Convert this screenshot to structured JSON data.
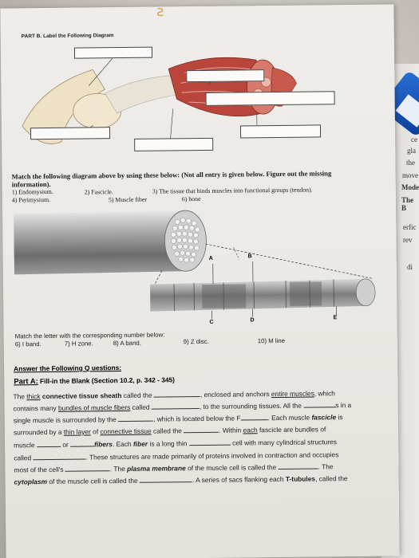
{
  "part_b_title": "PART B. Label the Following Diagram",
  "match_diagram_prompt": "Match the following diagram above by using these below: (Not all entry is given below. Figure out the missing information).",
  "terms": {
    "t1": "1) Endomysium.",
    "t2": "2) Fascicle.",
    "t3": "3) The tissue that binds muscles into functional groups (tendon).",
    "t4": "4) Perimysium.",
    "t5": "5) Muscle fiber",
    "t6": "6) bone"
  },
  "letters": {
    "a": "A",
    "b": "B",
    "c": "C",
    "d": "D",
    "e": "E"
  },
  "match_letter_prompt": "Match the letter with the corresponding number below:",
  "number_options": {
    "n6": "6) I band.",
    "n7": "7) H zone.",
    "n8": "8) A band.",
    "n9": "9) Z disc.",
    "n10": "10) M line"
  },
  "answer_heading": "Answer the Following Q uestions:",
  "part_a": {
    "label": "Part A:",
    "rest": " Fill-in the Blank (Section 10.2, p. 342 - 345)"
  },
  "paragraph": {
    "l1a": "The ",
    "l1b": "thick",
    "l1c": "connective tissue sheath",
    "l1d": " called the ",
    "l1e": ", enclosed and anchors ",
    "l1f": "entire muscles",
    "l1g": ", which",
    "l2a": "contains many ",
    "l2b": "bundles of muscle fibers",
    "l2c": " called ",
    "l2d": ", to the surrounding tissues. All the ",
    "l2e": "s in a",
    "l3a": "single muscle is surrounded by the ",
    "l3b": ", which is located below the F",
    "l3c": ". Each muscle ",
    "l3d": "fascicle",
    "l3e": " is",
    "l4a": "surrounded by a ",
    "l4b": "thin layer",
    "l4c": " of ",
    "l4d": "connective tissue",
    "l4e": " called the ",
    "l4f": ". Within ",
    "l4g": "each",
    "l4h": " fascicle are bundles of",
    "l5a": "muscle ",
    "l5b": " or ",
    "l5c": "fibers",
    "l5d": ". Each ",
    "l5e": "fiber",
    "l5f": " is a long thin ",
    "l5g": " cell with many cylindrical structures",
    "l6a": "called ",
    "l6b": ". These structures are made primarily of proteins involved in contraction and occupies",
    "l7a": "most of the cell's ",
    "l7b": ". The ",
    "l7c": "plasma membrane",
    "l7d": " of the muscle cell is called the ",
    "l7e": ". The",
    "l8a": "cytoplasm",
    "l8b": " of the muscle cell is called the ",
    "l8c": ". A series of sacs flanking each ",
    "l8d": "T-tubules",
    "l8e": ", called the"
  },
  "background_page": {
    "w1": "ce",
    "w2": "gla",
    "w3": "the",
    "w4": "move",
    "w5": "Mode",
    "w6": "The B",
    "w7": "erfic",
    "w8": "rev",
    "w9": "di"
  },
  "colors": {
    "muscle": "#b8443b",
    "fiber_gray": "#8a8a8a",
    "paper": "#eeece8",
    "pen_blue": "#1a55c0"
  },
  "icons": {
    "scribble": "pencil-scribble-mark"
  }
}
